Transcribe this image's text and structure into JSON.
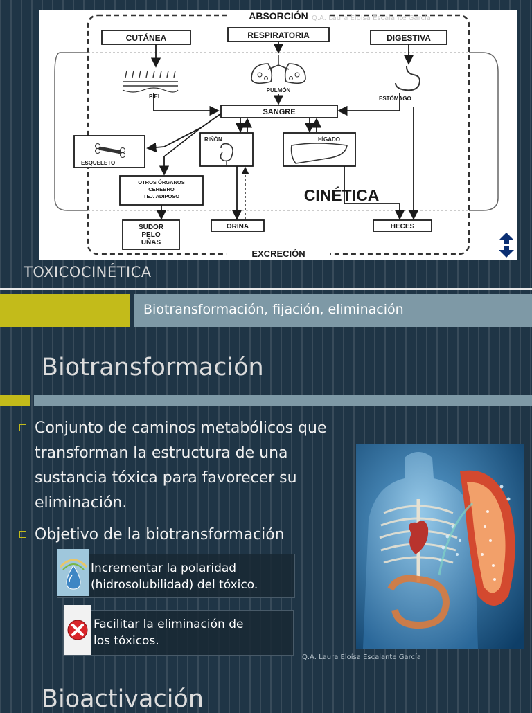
{
  "slide1": {
    "diagram": {
      "top_label": "ABSORCIÓN",
      "bottom_label": "EXCRECIÓN",
      "routes": [
        "CUTÁNEA",
        "RESPIRATORIA",
        "DIGESTIVA"
      ],
      "organs": {
        "skin": "PIEL",
        "lung": "PULMÓN",
        "stomach": "ESTÓMAGO"
      },
      "blood": "SANGRE",
      "compartments": {
        "bone": "ESQUELETO",
        "kidney": "RIÑÓN",
        "liver": "HÍGADO"
      },
      "other_organs": [
        "OTROS ÓRGANOS",
        "CEREBRO",
        "TEJ. ADIPOSO"
      ],
      "kinetics": "CINÉTICA",
      "outputs": {
        "sweat": [
          "SUDOR",
          "PELO",
          "UÑAS"
        ],
        "urine": "ORINA",
        "feces": "HECES"
      }
    },
    "watermark": "Q.A. Laura Eloísa Escalante García",
    "title": "TOXICOCINÉTICA",
    "subtitle": "Biotransformación, fijación, eliminación"
  },
  "slide2": {
    "title": "Biotransformación",
    "bullets": [
      "Conjunto de caminos metabólicos que transforman la estructura de una sustancia tóxica para favorecer su eliminación.",
      "Objetivo de la biotransformación"
    ],
    "sub_items": [
      {
        "line1": "Incrementar la polaridad",
        "line2": "(hidrosolubilidad) del tóxico.",
        "icon": "water-drop-icon"
      },
      {
        "line1": "Facilitar la eliminación de",
        "line2": "los tóxicos.",
        "icon": "error-x-icon"
      }
    ],
    "watermark": "Q.A. Laura Eloísa Escalante García"
  },
  "slide3": {
    "title": "Bioactivación"
  },
  "colors": {
    "background": "#1f3546",
    "accent_yellow": "#c3bb1a",
    "accent_blue": "#7e99a6"
  }
}
